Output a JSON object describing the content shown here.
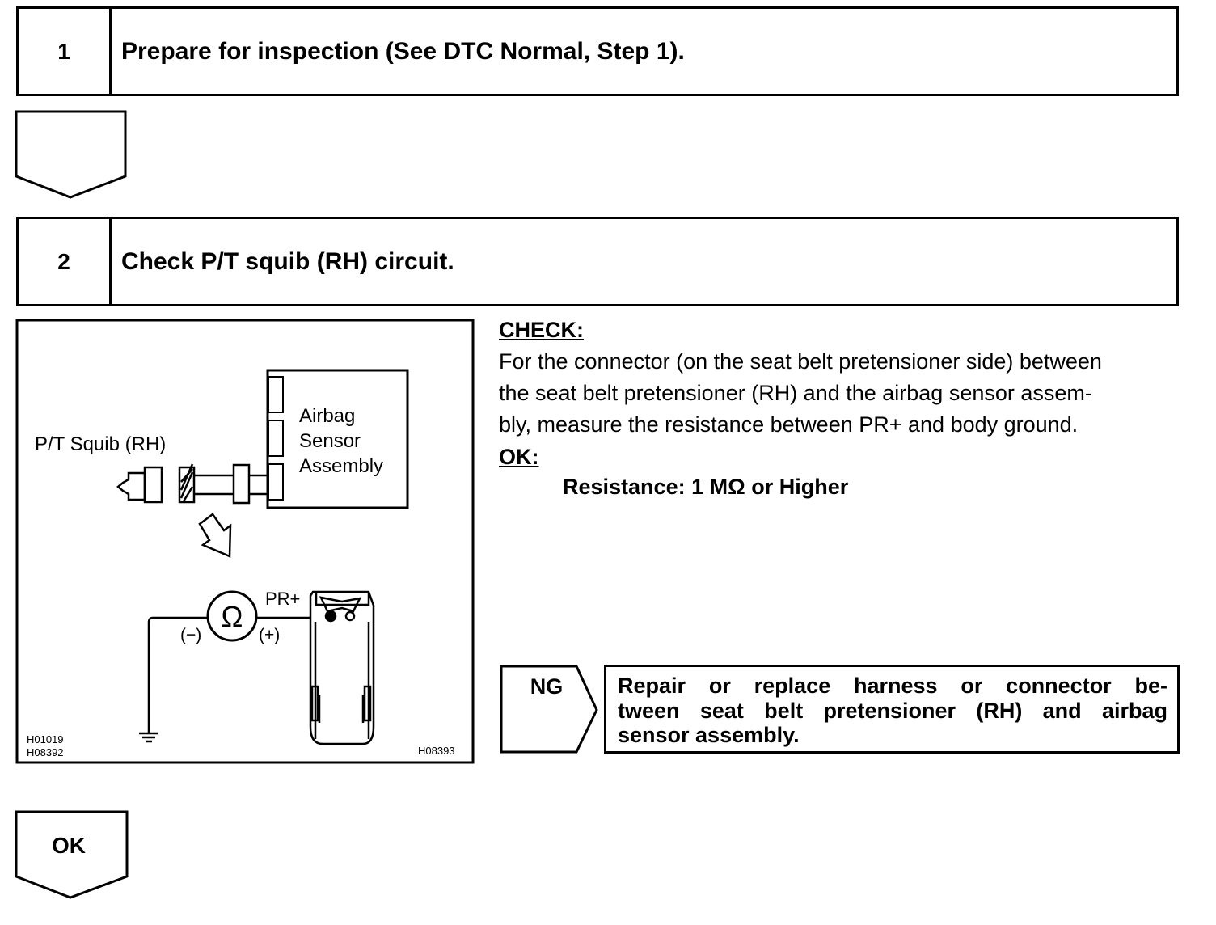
{
  "steps": [
    {
      "number": "1",
      "title": "Prepare for inspection (See DTC Normal, Step 1)."
    },
    {
      "number": "2",
      "title": "Check P/T squib (RH) circuit."
    }
  ],
  "diagram": {
    "squib_label": "P/T Squib (RH)",
    "sensor_label_lines": [
      "Airbag",
      "Sensor",
      "Assembly"
    ],
    "ohm_symbol": "Ω",
    "terminal_label": "PR+",
    "minus_label": "(−)",
    "plus_label": "(+)",
    "codes_left": [
      "H01019",
      "H08392"
    ],
    "code_right": "H08393"
  },
  "check": {
    "heading": "CHECK:",
    "lines": [
      "For the connector (on the seat belt pretensioner side) between",
      "the seat belt pretensioner (RH) and the airbag sensor assem-",
      "bly, measure the resistance between PR+ and body ground."
    ],
    "ok_heading": "OK:",
    "spec": "Resistance: 1 MΩ or Higher"
  },
  "ng": {
    "label": "NG",
    "lines": [
      "Repair or replace harness or connector be-",
      "tween seat belt pretensioner (RH) and airbag",
      "sensor assembly."
    ]
  },
  "ok_arrow_label": "OK"
}
